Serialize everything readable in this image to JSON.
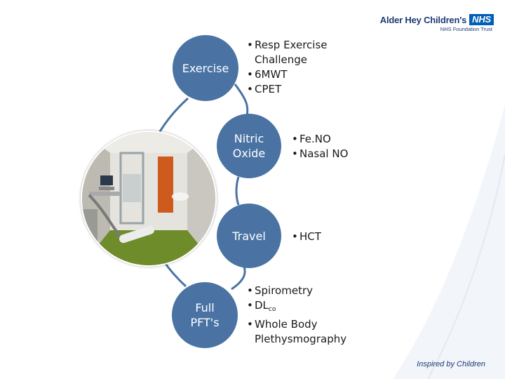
{
  "logo": {
    "org_name": "Alder Hey Children's",
    "nhs": "NHS",
    "trust": "NHS Foundation Trust"
  },
  "circles": {
    "exercise": "Exercise",
    "nitric_oxide": "Nitric Oxide",
    "travel": "Travel",
    "full_pfts": "Full PFT's"
  },
  "bullets": {
    "exercise": [
      "Resp Exercise Challenge",
      "6MWT",
      "CPET"
    ],
    "nitric_oxide": [
      "Fe.NO",
      "Nasal NO"
    ],
    "travel": [
      "HCT"
    ],
    "full_pfts": {
      "item1": "Spirometry",
      "item2_main": "DL",
      "item2_sub": "co",
      "item3": "Whole Body Plethysmography"
    }
  },
  "footer": {
    "tagline": "Inspired by Children"
  },
  "colors": {
    "circle_fill": "#4a73a3",
    "logo_blue": "#1f3b77",
    "nhs_blue": "#005eb8"
  }
}
